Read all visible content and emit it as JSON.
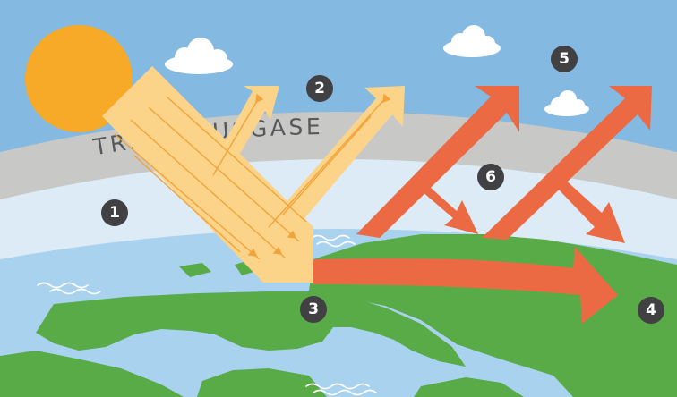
{
  "band_label": "TREIBHAUSGASE",
  "markers": [
    {
      "id": "1",
      "label": "1"
    },
    {
      "id": "2",
      "label": "2"
    },
    {
      "id": "3",
      "label": "3"
    },
    {
      "id": "4",
      "label": "4"
    },
    {
      "id": "5",
      "label": "5"
    },
    {
      "id": "6",
      "label": "6"
    }
  ],
  "colors": {
    "sky": "#84b9e2",
    "haze": "#dcebf6",
    "greenhouse_band": "#c8c8c6",
    "sun": "#f7a928",
    "incoming_radiation": "#fbd48a",
    "radiation_streaks": "#f2a33a",
    "infrared_radiation": "#ec6a43",
    "ocean": "#a9d2ef",
    "land": "#58ab46",
    "marker": "#414042",
    "wave": "#ffffff"
  }
}
